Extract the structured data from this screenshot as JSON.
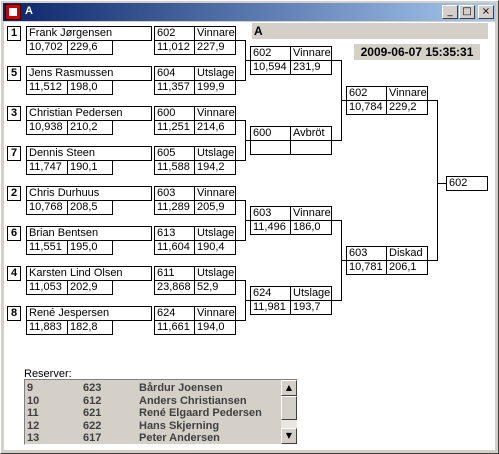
{
  "window": {
    "title": "A",
    "minimize": "_",
    "maximize": "□",
    "close": "×"
  },
  "header": {
    "title": "A",
    "datetime": "2009-06-07 15:35:31"
  },
  "players": [
    {
      "pos": "1",
      "name": "Frank Jørgensen",
      "v1": "10,702",
      "v2": "229,6"
    },
    {
      "pos": "5",
      "name": "Jens Rasmussen",
      "v1": "11,512",
      "v2": "198,0"
    },
    {
      "pos": "3",
      "name": "Christian Pedersen",
      "v1": "10,938",
      "v2": "210,2"
    },
    {
      "pos": "7",
      "name": "Dennis Steen",
      "v1": "11,747",
      "v2": "190,1"
    },
    {
      "pos": "2",
      "name": "Chris Durhuus",
      "v1": "10,768",
      "v2": "208,5"
    },
    {
      "pos": "6",
      "name": "Brian Bentsen",
      "v1": "11,551",
      "v2": "195,0"
    },
    {
      "pos": "4",
      "name": "Karsten Lind Olsen",
      "v1": "11,053",
      "v2": "202,9"
    },
    {
      "pos": "8",
      "name": "René Jespersen",
      "v1": "11,883",
      "v2": "182,8"
    }
  ],
  "round1": [
    {
      "num": "602",
      "result": "Vinnare",
      "v1": "11,012",
      "v2": "227,9"
    },
    {
      "num": "604",
      "result": "Utslagen",
      "v1": "11,357",
      "v2": "199,9"
    },
    {
      "num": "600",
      "result": "Vinnare",
      "v1": "11,251",
      "v2": "214,6"
    },
    {
      "num": "605",
      "result": "Utslagen",
      "v1": "11,588",
      "v2": "194,2"
    },
    {
      "num": "603",
      "result": "Vinnare",
      "v1": "11,289",
      "v2": "205,9"
    },
    {
      "num": "613",
      "result": "Utslagen",
      "v1": "11,604",
      "v2": "190,4"
    },
    {
      "num": "611",
      "result": "Utslagen",
      "v1": "23,868",
      "v2": "52,9"
    },
    {
      "num": "624",
      "result": "Vinnare",
      "v1": "11,661",
      "v2": "194,0"
    }
  ],
  "round2": [
    {
      "num": "602",
      "result": "Vinnare",
      "v1": "10,594",
      "v2": "231,9"
    },
    {
      "num": "600",
      "result": "Avbröt",
      "v1": "",
      "v2": ""
    },
    {
      "num": "603",
      "result": "Vinnare",
      "v1": "11,496",
      "v2": "186,0"
    },
    {
      "num": "624",
      "result": "Utslagen",
      "v1": "11,981",
      "v2": "193,7"
    }
  ],
  "round3": [
    {
      "num": "602",
      "result": "Vinnare",
      "v1": "10,784",
      "v2": "229,2"
    },
    {
      "num": "603",
      "result": "Diskad",
      "v1": "10,781",
      "v2": "206,1"
    }
  ],
  "final": {
    "num": "602"
  },
  "reserves": {
    "label": "Reserver:",
    "items": [
      {
        "pos": "9",
        "num": "623",
        "name": "Bårdur Joensen"
      },
      {
        "pos": "10",
        "num": "612",
        "name": "Anders Christiansen"
      },
      {
        "pos": "11",
        "num": "621",
        "name": "René Elgaard Pedersen"
      },
      {
        "pos": "12",
        "num": "622",
        "name": "Hans Skjerning"
      },
      {
        "pos": "13",
        "num": "617",
        "name": "Peter Andersen"
      }
    ],
    "scroll_up": "▲",
    "scroll_down": "▼"
  }
}
